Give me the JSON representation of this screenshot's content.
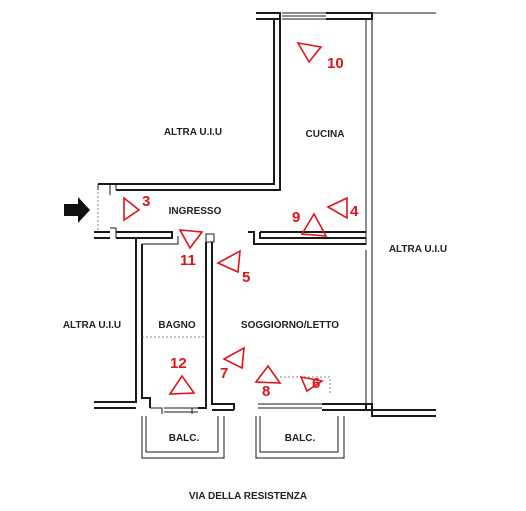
{
  "labels": {
    "altra_top": "ALTRA U.I.U",
    "cucina": "CUCINA",
    "ingresso": "INGRESSO",
    "altra_right": "ALTRA U.I.U",
    "altra_left": "ALTRA U.I.U",
    "bagno": "BAGNO",
    "soggiorno": "SOGGIORNO/LETTO",
    "balc_left": "BALC.",
    "balc_right": "BALC.",
    "street": "VIA DELLA RESISTENZA"
  },
  "cameras": {
    "c3": "3",
    "c4": "4",
    "c5": "5",
    "c6": "6",
    "c7": "7",
    "c8": "8",
    "c9": "9",
    "c10": "10",
    "c11": "11",
    "c12": "12"
  },
  "colors": {
    "marker": "#e0141b",
    "wall": "#1a1a1a"
  }
}
